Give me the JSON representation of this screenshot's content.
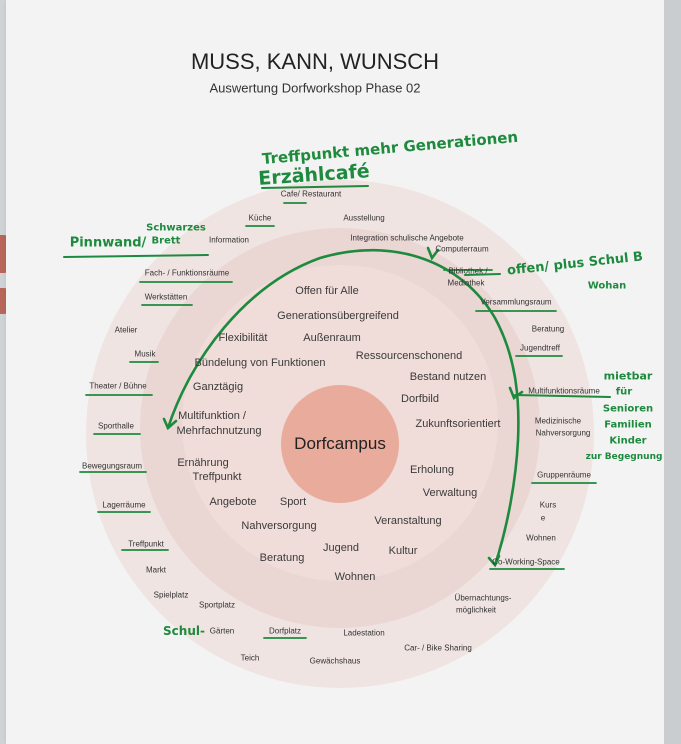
{
  "title": "MUSS, KANN, WUNSCH",
  "subtitle": "Auswertung Dorfworkshop Phase 02",
  "center": "Dorfcampus",
  "muss": [
    "Offen für Alle",
    "Generationsübergreifend",
    "Flexibilität",
    "Außenraum",
    "Bündelung von Funktionen",
    "Ressourcenschonend",
    "Ganztägig",
    "Bestand nutzen",
    "Dorfbild",
    "Multifunktion /",
    "Mehrfachnutzung",
    "Zukunftsorientiert",
    "Ernährung",
    "Treffpunkt",
    "Erholung",
    "Verwaltung",
    "Angebote",
    "Sport",
    "Nahversorgung",
    "Veranstaltung",
    "Jugend",
    "Beratung",
    "Kultur",
    "Wohnen"
  ],
  "kann": [
    "Cafe/ Restaurant",
    "Küche",
    "Ausstellung",
    "Information",
    "Integration schulische Angebote",
    "Computerraum",
    "Fach- / Funktionsräume",
    "Bibliothek /",
    "Mediathek",
    "Werkstätten",
    "Versammlungsraum",
    "Atelier",
    "Beratung",
    "Musik",
    "Jugendtreff",
    "Theater /  Bühne",
    "Multifunktionsräume",
    "Medizinische",
    "Nahversorgung",
    "Sporthalle",
    "Bewegungsraum",
    "Gruppenräume",
    "Lagerräume",
    "Kurs",
    "e",
    "Wohnen",
    "Treffpunkt",
    "Co-Working-Space",
    "Markt",
    "Spielplatz",
    "Übernachtungs-",
    "möglichkeit",
    "Sportplatz",
    "Gärten",
    "Dorfplatz",
    "Ladestation",
    "Car- / Bike Sharing",
    "Teich",
    "Gewächshaus"
  ],
  "handwriting": [
    "Treffpunkt mehr Generationen",
    "Erzählcafé",
    "Pinnwand/",
    "Schwarzes",
    "Brett",
    "offen/ plus Schul B",
    "Wohan",
    "mietbar",
    "für",
    "Senioren",
    "Familien",
    "Kinder",
    "zur Begegnung",
    "Schul-"
  ],
  "colors": {
    "poster": "#f3f3f3",
    "outer_ring": "#efe4e2",
    "middle_ring": "#ead7d4",
    "inner_ring": "#f0ddd9",
    "core": "#e9ab9c",
    "marker": "#1e8a3e"
  }
}
